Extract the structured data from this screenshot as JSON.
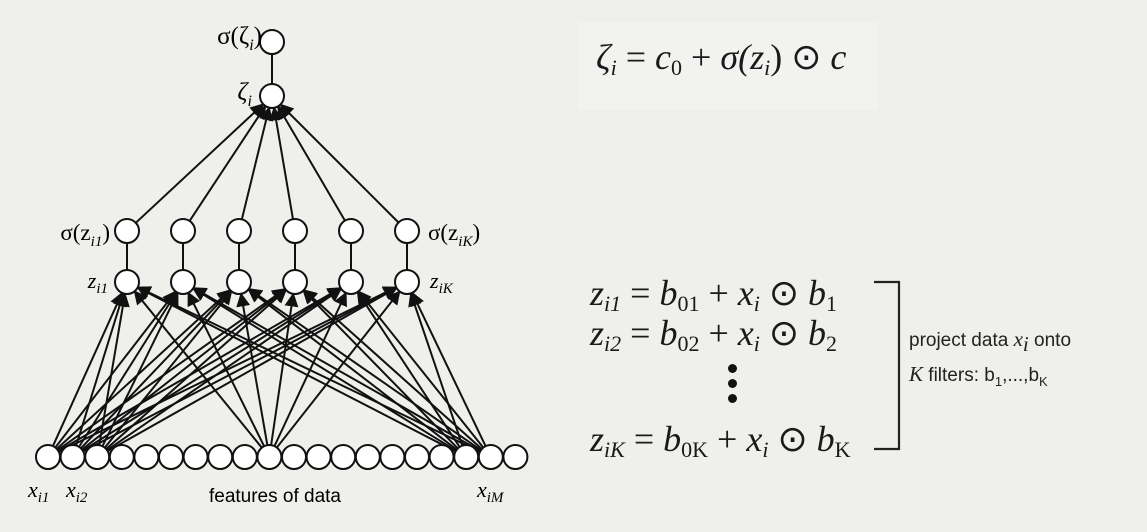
{
  "network": {
    "output_activation_label": "σ(ζ",
    "output_activation_sub": "i",
    "output_node_label": "ζ",
    "output_node_sub": "i",
    "hidden_activation_first": "σ(z",
    "hidden_activation_first_sub": "i1",
    "hidden_activation_last": "σ(z",
    "hidden_activation_last_sub": "iK",
    "hidden_first_label": "z",
    "hidden_first_sub": "i1",
    "hidden_last_label": "z",
    "hidden_last_sub": "iK",
    "input_first_label": "x",
    "input_first_sub": "i1",
    "input_second_label": "x",
    "input_second_sub": "i2",
    "input_last_label": "x",
    "input_last_sub": "iM",
    "input_caption": "features of data",
    "hidden_count": 6,
    "input_count": 20
  },
  "equations": {
    "output": {
      "lhs": "ζ",
      "lhs_sub": "i",
      "eq": " = ",
      "c0": "c",
      "c0_sub": "0",
      "plus": " + ",
      "sigma": "σ(",
      "z": "z",
      "z_sub": "i",
      "close": ")",
      "odot": " ⊙ ",
      "c": "c"
    },
    "z1": {
      "lhs": "z",
      "lhs_sub": "i1",
      "eq": " = ",
      "b0": "b",
      "b0_sub": "01",
      "plus": " + ",
      "x": "x",
      "x_sub": "i",
      "odot": " ⊙ ",
      "b": "b",
      "b_sub": "1"
    },
    "z2": {
      "lhs": "z",
      "lhs_sub": "i2",
      "eq": " = ",
      "b0": "b",
      "b0_sub": "02",
      "plus": " + ",
      "x": "x",
      "x_sub": "i",
      "odot": " ⊙ ",
      "b": "b",
      "b_sub": "2"
    },
    "zK": {
      "lhs": "z",
      "lhs_sub": "iK",
      "eq": " = ",
      "b0": "b",
      "b0_sub": "0K",
      "plus": " + ",
      "x": "x",
      "x_sub": "i",
      "odot": " ⊙ ",
      "b": "b",
      "b_sub": "K"
    }
  },
  "caption": {
    "line1_text": "project data ",
    "line1_x": "x",
    "line1_x_sub": "i",
    "line1_end": " onto",
    "line2_K": "K",
    "line2_text": " filters: b",
    "line2_sub1": "1",
    "line2_mid": ",...,b",
    "line2_subK": "K"
  }
}
